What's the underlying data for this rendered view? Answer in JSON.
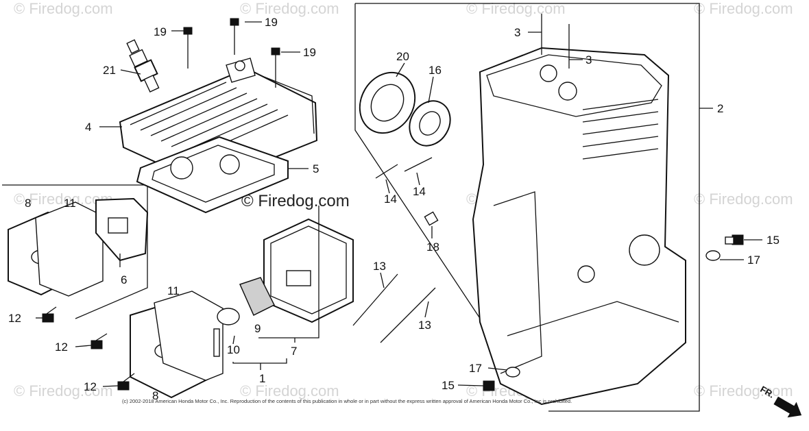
{
  "watermarks": {
    "small": "© Firedog.com",
    "center": "© Firedog.com"
  },
  "copyright": "(c) 2002-2018 American Honda Motor Co., Inc. Reproduction of the contents of this publication in whole or in part without the express written approval of American Honda Motor Co., Inc is prohibited.",
  "direction_arrow": "FR.",
  "part_labels": {
    "p1": "1",
    "p2": "2",
    "p3a": "3",
    "p3b": "3",
    "p4": "4",
    "p5": "5",
    "p6": "6",
    "p7": "7",
    "p8a": "8",
    "p8b": "8",
    "p9": "9",
    "p10": "10",
    "p11a": "11",
    "p11b": "11",
    "p12a": "12",
    "p12b": "12",
    "p12c": "12",
    "p13a": "13",
    "p13b": "13",
    "p14a": "14",
    "p14b": "14",
    "p15a": "15",
    "p15b": "15",
    "p16": "16",
    "p17a": "17",
    "p17b": "17",
    "p18": "18",
    "p19a": "19",
    "p19b": "19",
    "p19c": "19",
    "p20": "20",
    "p21": "21"
  }
}
